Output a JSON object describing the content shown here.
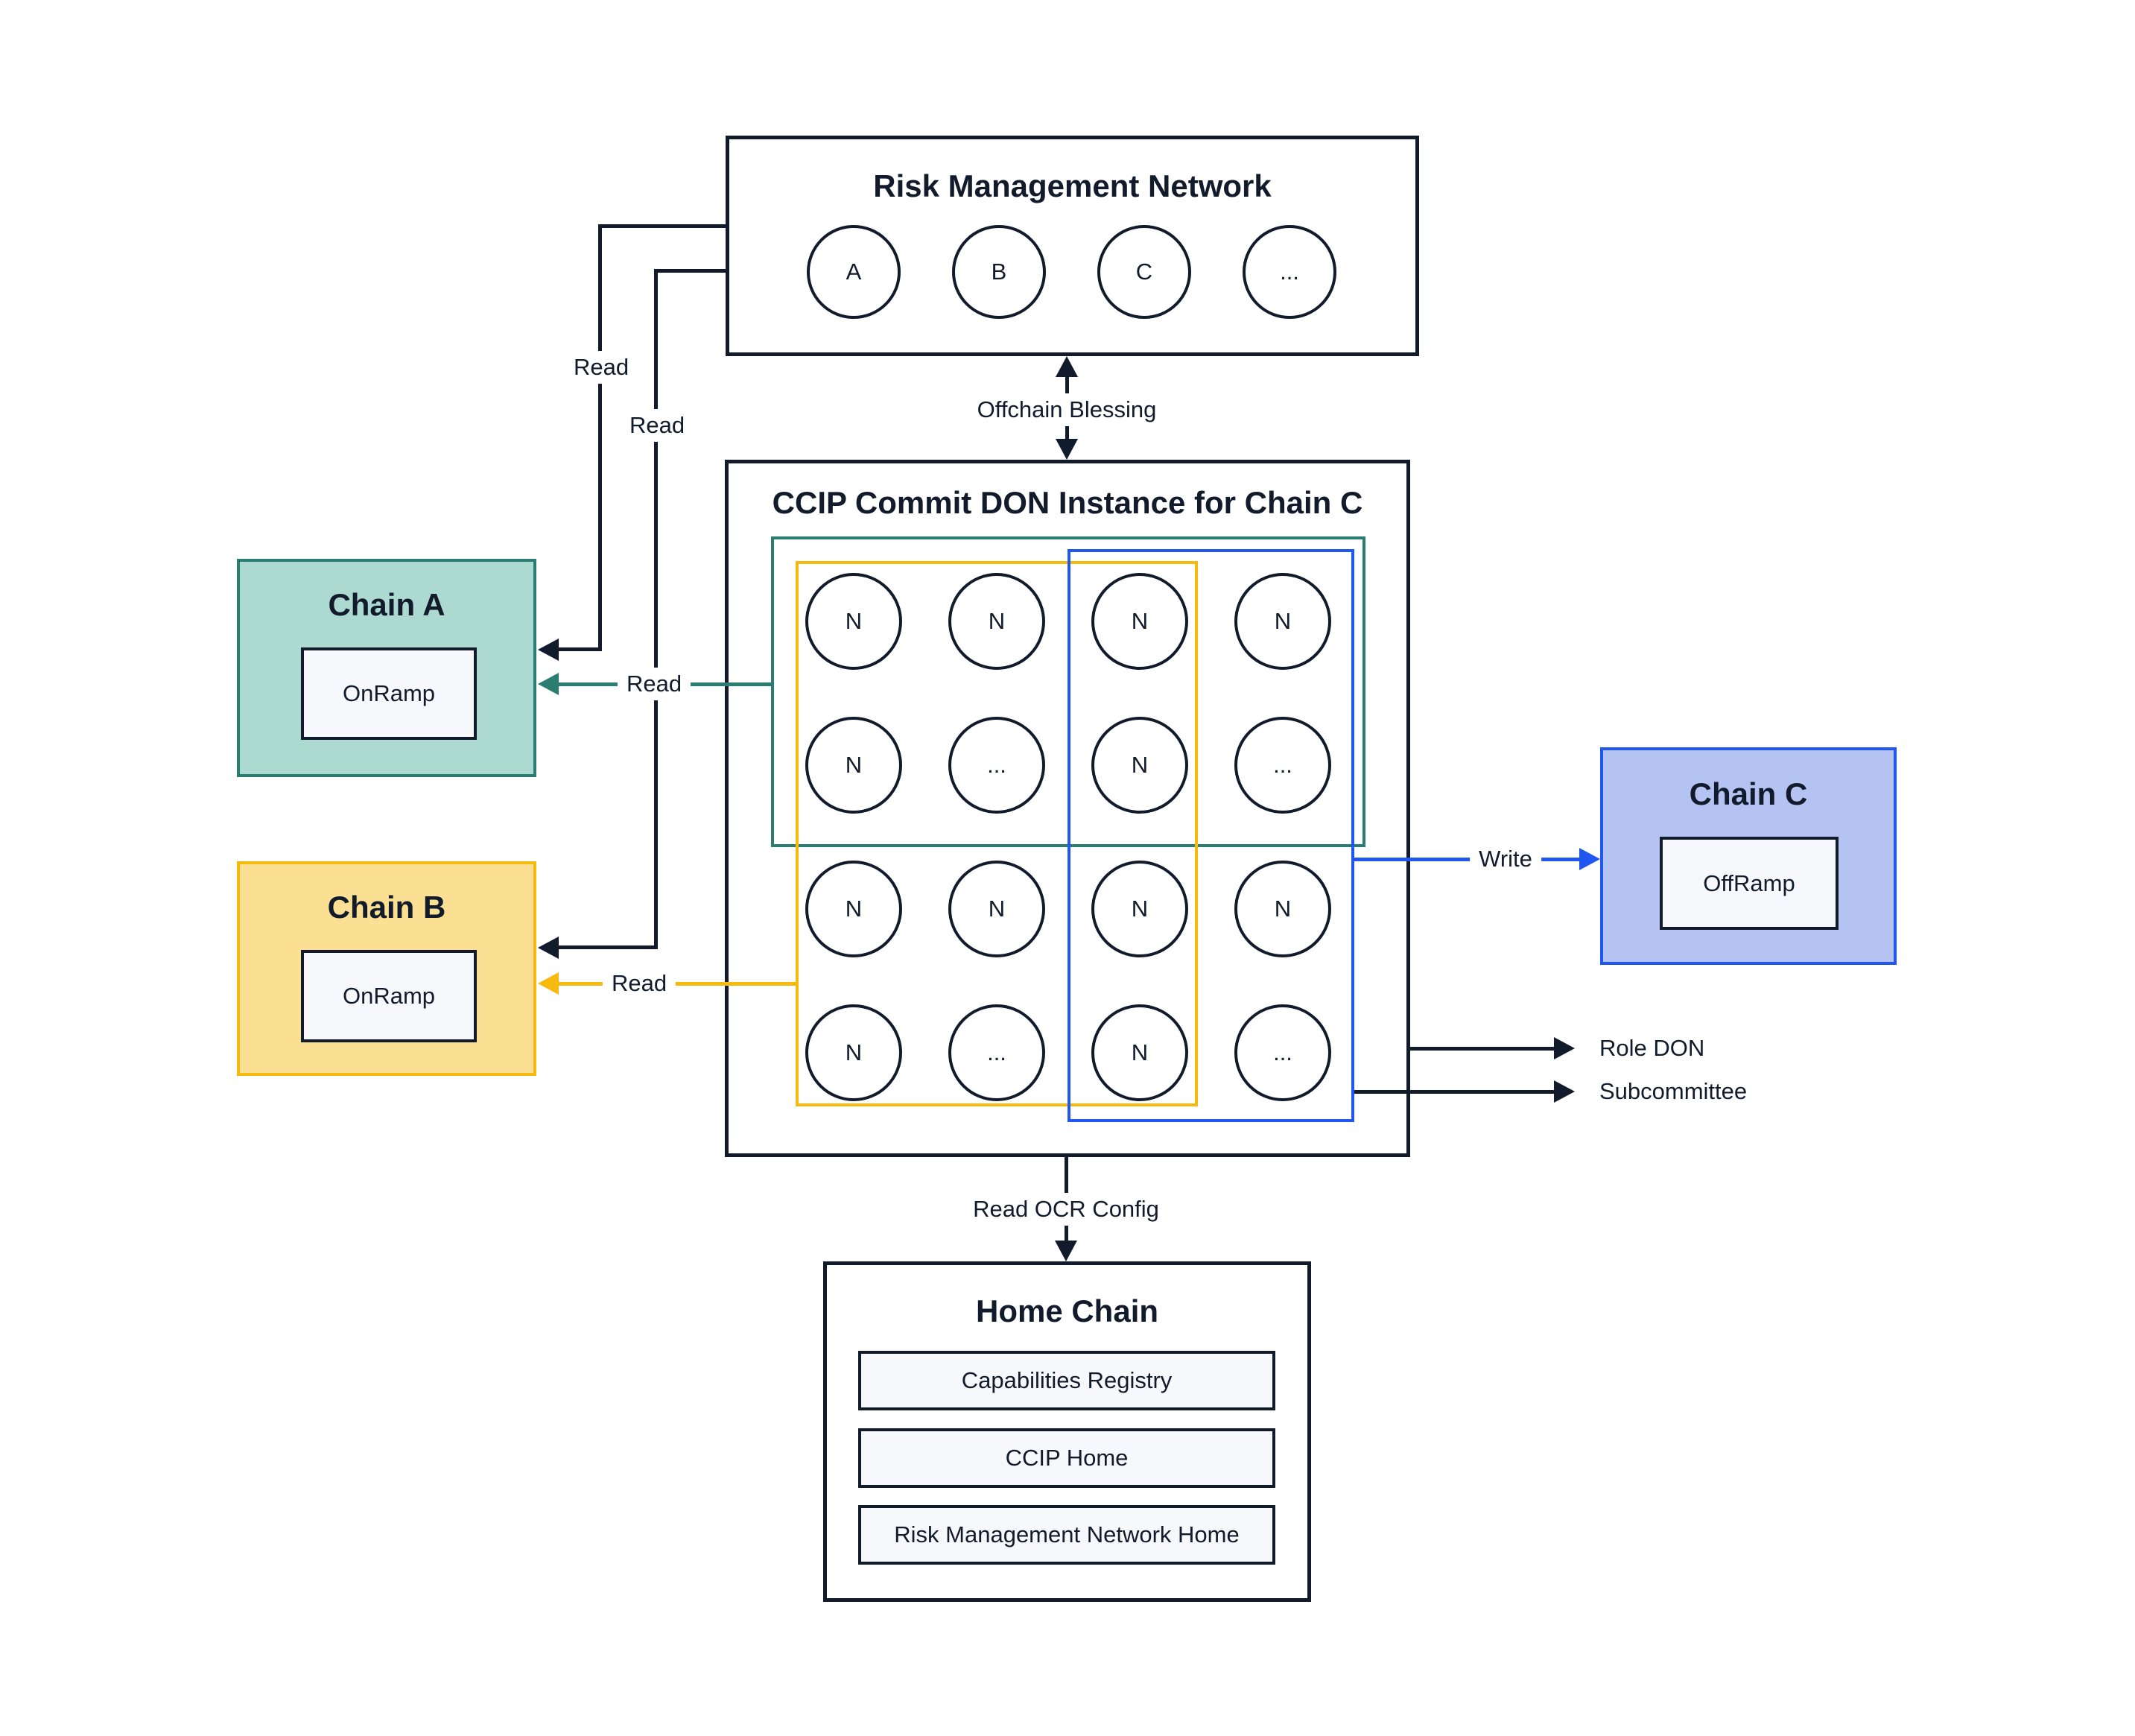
{
  "palette": {
    "dark": "#121B2B",
    "teal": "#2A7E71",
    "teal_fill": "#ACD9D0",
    "amber": "#F6B90E",
    "amber_fill": "#FBDF92",
    "blue": "#1F57F0",
    "blue_fill": "#B5C3F3",
    "panel_fill": "#F7F8FC"
  },
  "risk_management_network": {
    "title": "Risk Management Network",
    "nodes": [
      "A",
      "B",
      "C",
      "..."
    ]
  },
  "commit_don": {
    "title": "CCIP Commit DON Instance for Chain C",
    "grid": [
      [
        "N",
        "N",
        "N",
        "N"
      ],
      [
        "N",
        "...",
        "N",
        "..."
      ],
      [
        "N",
        "N",
        "N",
        "N"
      ],
      [
        "N",
        "...",
        "N",
        "..."
      ]
    ]
  },
  "chain_a": {
    "title": "Chain A",
    "contract": "OnRamp"
  },
  "chain_b": {
    "title": "Chain B",
    "contract": "OnRamp"
  },
  "chain_c": {
    "title": "Chain C",
    "contract": "OffRamp"
  },
  "home_chain": {
    "title": "Home Chain",
    "contracts": [
      "Capabilities Registry",
      "CCIP Home",
      "Risk Management Network Home"
    ]
  },
  "arrows": {
    "offchain_blessing": "Offchain Blessing",
    "read_rmn_to_chain_a": "Read",
    "read_rmn_to_chain_b": "Read",
    "read_don_to_chain_a": "Read",
    "read_don_to_chain_b": "Read",
    "write": "Write",
    "role_don": "Role DON",
    "subcommittee": "Subcommittee",
    "read_ocr_config": "Read OCR Config"
  }
}
